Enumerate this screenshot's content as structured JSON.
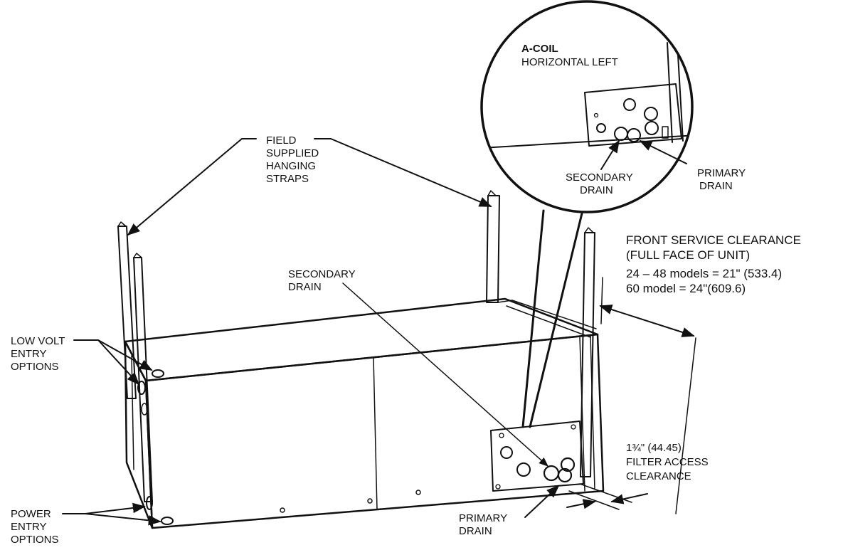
{
  "inset": {
    "title_bold": "A-COIL",
    "title": "HORIZONTAL LEFT",
    "secondary_drain": [
      "SECONDARY",
      "DRAIN"
    ],
    "primary_drain": [
      "PRIMARY",
      "DRAIN"
    ]
  },
  "hanging_straps": [
    "FIELD",
    "SUPPLIED",
    "HANGING",
    "STRAPS"
  ],
  "front_clearance": {
    "line1": "FRONT SERVICE CLEARANCE",
    "line2": "(FULL FACE OF UNIT)",
    "line3": "24 – 48 models = 21\" (533.4)",
    "line4": "60 model = 24\"(609.6)"
  },
  "secondary_drain": [
    "SECONDARY",
    "DRAIN"
  ],
  "low_volt": [
    "LOW VOLT",
    "ENTRY",
    "OPTIONS"
  ],
  "power_entry": [
    "POWER",
    "ENTRY",
    "OPTIONS"
  ],
  "primary_drain": [
    "PRIMARY",
    "DRAIN"
  ],
  "filter_clearance": [
    "1¾\" (44.45)",
    "FILTER ACCESS",
    "CLEARANCE"
  ]
}
